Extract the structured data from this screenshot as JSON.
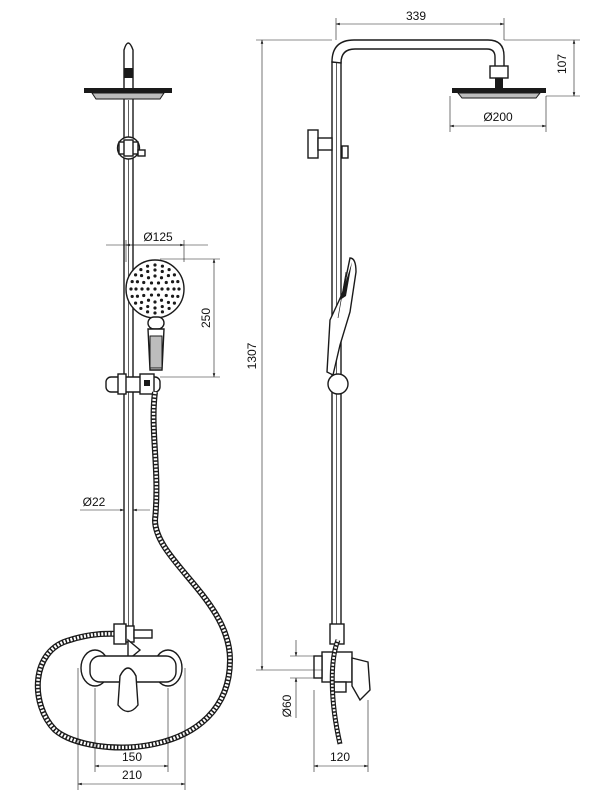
{
  "dimensions": {
    "width_top": "339",
    "height_arm": "107",
    "head_diameter": "Ø200",
    "hand_diameter": "Ø125",
    "hand_length": "250",
    "total_height": "1307",
    "pipe_diameter": "Ø22",
    "outlet_diameter": "Ø60",
    "spacing_150": "150",
    "spacing_210": "210",
    "depth_120": "120"
  }
}
